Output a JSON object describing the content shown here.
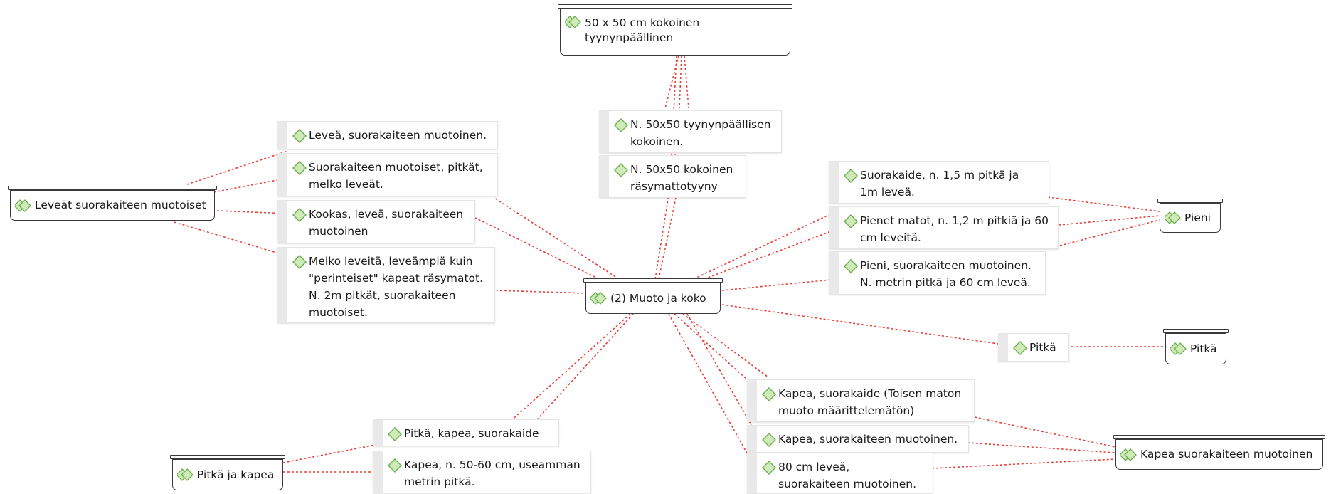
{
  "colors": {
    "link": "#e8413a",
    "icon_fill": "#cfe9b9",
    "icon_stroke": "#6ab04c",
    "border": "#3a3a3a"
  },
  "center": {
    "label": "(2) Muoto ja koko",
    "icon": "double-diamond-icon"
  },
  "categories": {
    "tyyny": "50 x 50 cm kokoinen tyynynpäällinen",
    "leveat": "Leveät suorakaiteen muotoiset",
    "pieni": "Pieni",
    "pitka": "Pitkä",
    "kapea": "Kapea suorakaiteen muotoinen",
    "pitka_kapea": "Pitkä ja kapea"
  },
  "codes": {
    "n50_tyynyn": "N. 50x50 tyynynpäällisen kokoinen.",
    "n50_rasymatto": "N. 50x50 kokoinen räsymattotyyny",
    "levea_suorakaiteen": "Leveä, suorakaiteen muotoinen.",
    "suorakaiteen_pitkat": "Suorakaiteen muotoiset, pitkät, melko leveät.",
    "kookas": "Kookas, leveä, suorakaiteen muotoinen",
    "melko_leveita": "Melko leveitä, leveämpiä kuin \"perinteiset\" kapeat räsymatot. N. 2m pitkät, suorakaiteen muotoiset.",
    "suorakaide_15": "Suorakaide, n. 1,5 m pitkä ja 1m leveä.",
    "pienet_matot": "Pienet matot, n. 1,2 m pitkiä ja 60 cm leveitä.",
    "pieni_suorakaiteen": "Pieni, suorakaiteen muotoinen. N. metrin pitkä ja 60 cm leveä.",
    "pitka": "Pitkä",
    "kapea_toisen": "Kapea, suorakaide (Toisen maton muoto määrittelemätön)",
    "kapea_suorakaiteen": "Kapea, suorakaiteen muotoinen.",
    "cm80": "80 cm leveä, suorakaiteen muotoinen.",
    "pitka_kapea_suorakaide": "Pitkä, kapea, suorakaide",
    "kapea_50_60": "Kapea, n. 50-60 cm, useamman metrin pitkä."
  }
}
